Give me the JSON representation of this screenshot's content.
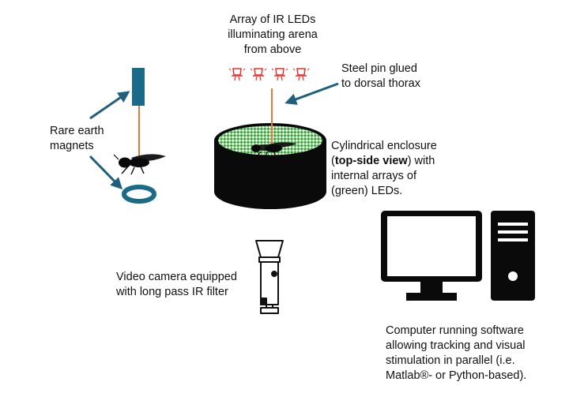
{
  "labels": {
    "ir_leds": [
      "Array of IR LEDs",
      "illuminating arena",
      "from above"
    ],
    "steel_pin": [
      "Steel pin glued",
      "to dorsal thorax"
    ],
    "magnets": [
      "Rare earth",
      "magnets"
    ],
    "enclosure": {
      "line1": "Cylindrical enclosure",
      "line2_pre": "(",
      "line2_bold": "top-side view",
      "line2_post": ") with",
      "line3": "internal arrays of",
      "line4": "(green) LEDs."
    },
    "camera": [
      "Video camera equipped",
      "with long pass IR filter"
    ],
    "computer": [
      "Computer running software",
      "allowing tracking and visual",
      "stimulation in parallel (i.e.",
      "Matlab®- or Python-based)."
    ]
  },
  "colors": {
    "arrow": "#20607e",
    "magnet": "#1a6a8a",
    "pin": "#e07a3c",
    "ir_led": "#e8302a",
    "green_led": "#3aa53a",
    "black": "#0a0a0a"
  }
}
